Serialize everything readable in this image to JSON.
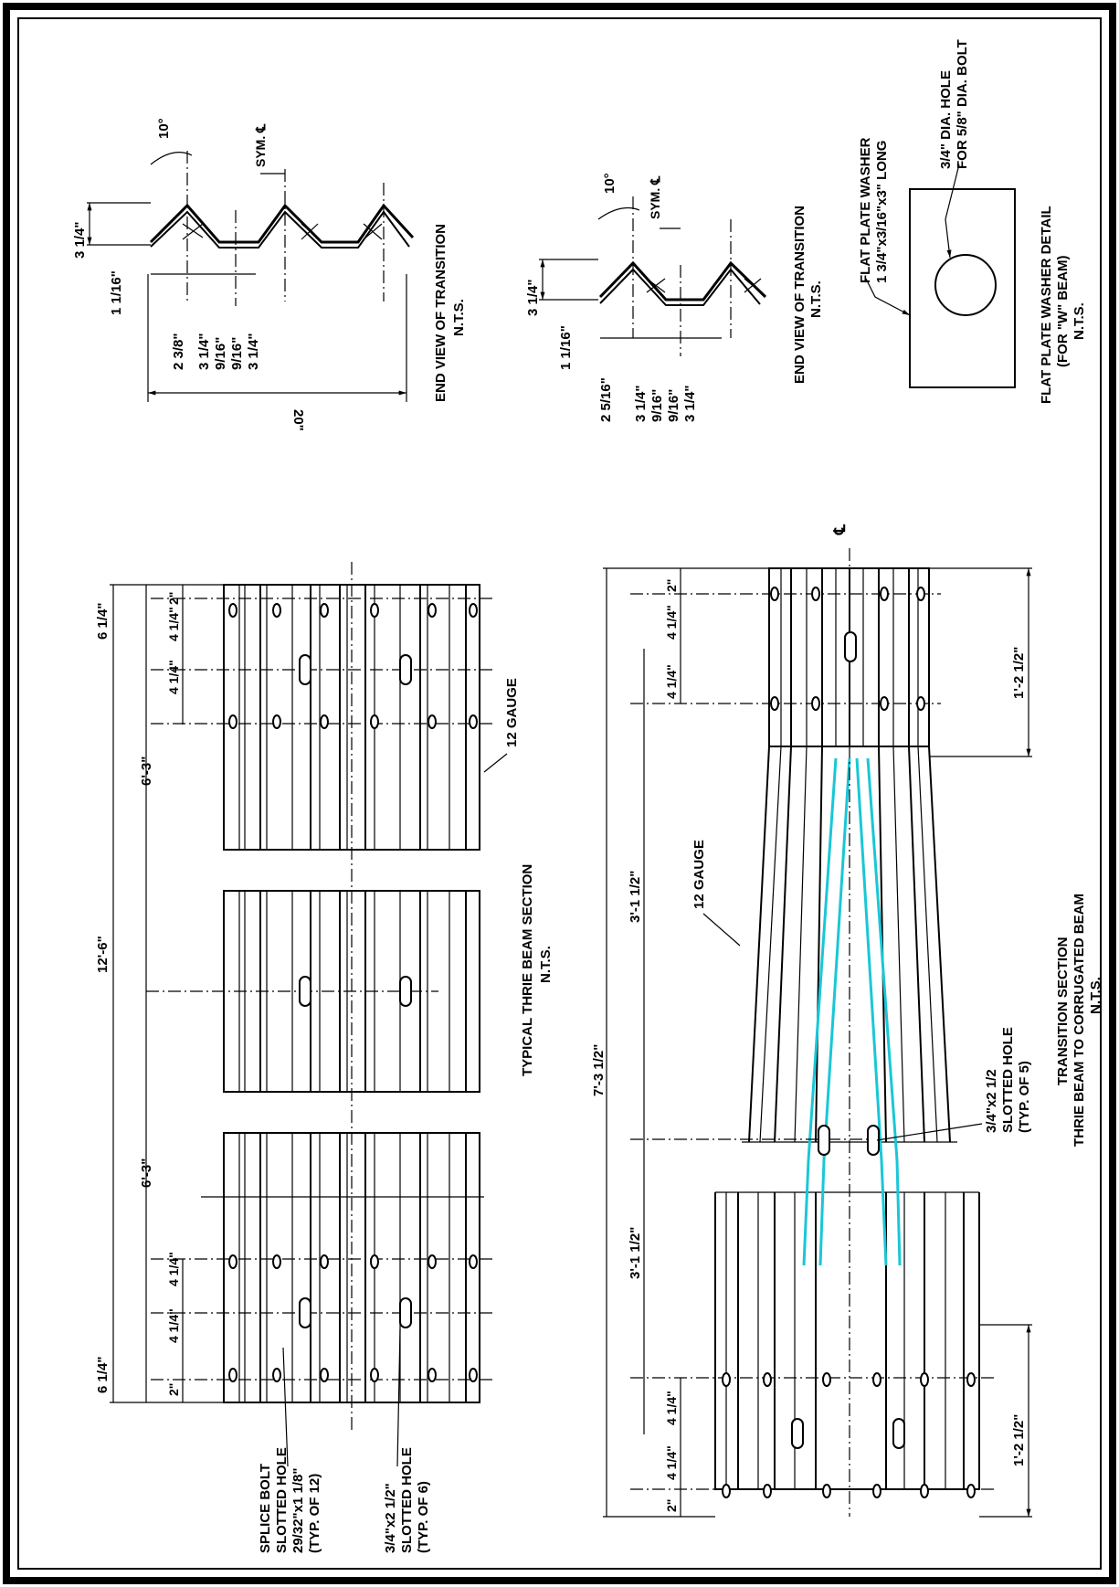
{
  "end_view_1": {
    "title": "END VIEW OF TRANSITION",
    "scale": "N.T.S.",
    "angle": "10°",
    "sym": "SYM. ℄",
    "height": "3 1/4\"",
    "thickness": "1 1/16\"",
    "dims": [
      "2 3/8\"",
      "3 1/4\"",
      "9/16\"",
      "9/16\"",
      "3 1/4\""
    ],
    "overall": "20\""
  },
  "end_view_2": {
    "title": "END VIEW OF TRANSITION",
    "scale": "N.T.S.",
    "angle": "10°",
    "sym": "SYM. ℄",
    "height": "3 1/4\"",
    "thickness": "1 1/16\"",
    "dims": [
      "2 5/16\"",
      "3 1/4\"",
      "9/16\"",
      "9/16\"",
      "3 1/4\""
    ]
  },
  "washer": {
    "callout_1": "FLAT PLATE WASHER",
    "callout_2": "1 3/4\"x3/16\"x3\" LONG",
    "hole_1": "3/4\" DIA. HOLE",
    "hole_2": "FOR 5/8\" DIA. BOLT",
    "title_1": "FLAT PLATE WASHER DETAIL",
    "title_2": "(FOR \"W\" BEAM)",
    "scale": "N.T.S."
  },
  "thrie": {
    "title": "TYPICAL THRIE BEAM SECTION",
    "scale": "N.T.S.",
    "gauge": "12 GAUGE",
    "overall": "12'-6\"",
    "half_a": "6'-3\"",
    "half_b": "6'-3\"",
    "end_a": "6 1/4\"",
    "end_b": "6 1/4\"",
    "d_4a": "4 1/4\"",
    "d_4b": "4 1/4\"",
    "d_4c": "4 1/4\"",
    "d_4d": "4 1/4\"",
    "d_2a": "2\"",
    "d_2b": "2\"",
    "splice_1": "SPLICE BOLT",
    "splice_2": "SLOTTED HOLE",
    "splice_3": "29/32\"x1 1/8\"",
    "splice_4": "(TYP. OF 12)",
    "slot_1": "3/4\"x2 1/2\"",
    "slot_2": "SLOTTED HOLE",
    "slot_3": "(TYP. OF 6)"
  },
  "transition": {
    "title_1": "TRANSITION SECTION",
    "title_2": "THRIE BEAM TO CORRUGATED BEAM",
    "scale": "N.T.S.",
    "gauge": "12 GAUGE",
    "overall": "7'-3 1/2\"",
    "half_a": "3'-1 1/2\"",
    "half_b": "3'-1 1/2\"",
    "width_a": "1'-2 1/2\"",
    "width_b": "1'-2 1/2\"",
    "d_4a": "4 1/4\"",
    "d_4b": "4 1/4\"",
    "d_4c": "4 1/4\"",
    "d_4d": "4 1/4\"",
    "d_2a": "2\"",
    "d_2b": "2\"",
    "slot_1": "3/4\"x2 1/2",
    "slot_2": "SLOTTED HOLE",
    "slot_3": "(TYP. OF 5)",
    "cl": "℄"
  },
  "colors": {
    "line": "#000000",
    "highlight": "#19c7d6"
  }
}
